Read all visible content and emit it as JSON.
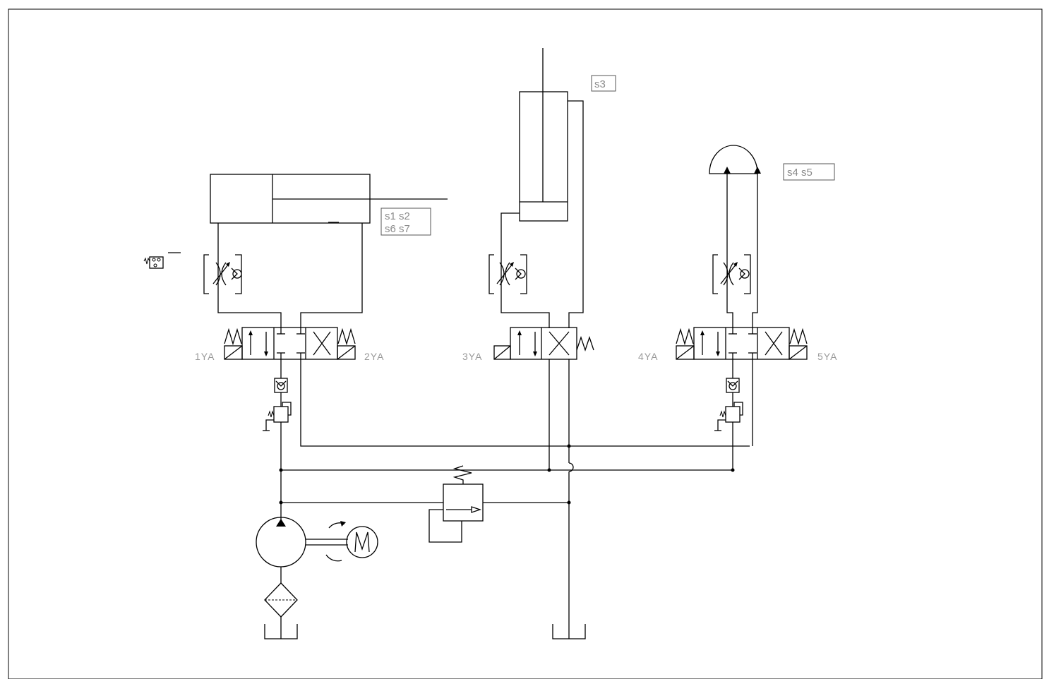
{
  "sensor_tags": {
    "cylinder1_line1": "s1 s2",
    "cylinder1_line2": "s6 s7",
    "cylinder2": "s3",
    "motor_actuator": "s4 s5"
  },
  "solenoid_labels": {
    "valve1_left": "1YA",
    "valve1_right": "2YA",
    "valve2_left": "3YA",
    "valve3_left": "4YA",
    "valve3_right": "5YA"
  },
  "motor_symbol": "M"
}
